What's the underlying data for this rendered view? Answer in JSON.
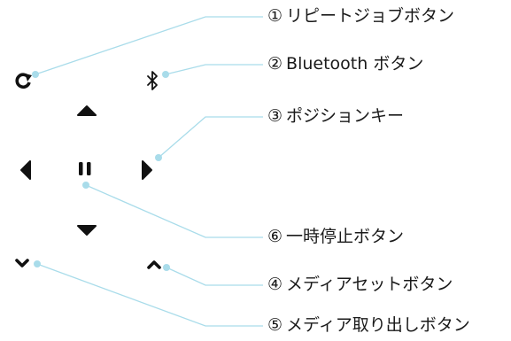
{
  "callouts": [
    {
      "id": "c1",
      "number": "①",
      "text": "リピートジョブボタン"
    },
    {
      "id": "c2",
      "number": "②",
      "text": "Bluetooth ボタン"
    },
    {
      "id": "c3",
      "number": "③",
      "text": "ポジションキー"
    },
    {
      "id": "c6",
      "number": "⑥",
      "text": "一時停止ボタン"
    },
    {
      "id": "c4",
      "number": "④",
      "text": "メディアセットボタン"
    },
    {
      "id": "c5",
      "number": "⑤",
      "text": "メディア取り出しボタン"
    }
  ],
  "colors": {
    "leader": "#a9dcea",
    "dot": "#a9dcea",
    "icon": "#111111",
    "text": "#1a1a1a"
  },
  "icons": [
    "repeat-icon",
    "bluetooth-icon",
    "arrow-up-icon",
    "arrow-left-icon",
    "pause-icon",
    "arrow-right-icon",
    "arrow-down-icon",
    "chevron-down-icon",
    "chevron-up-icon"
  ]
}
